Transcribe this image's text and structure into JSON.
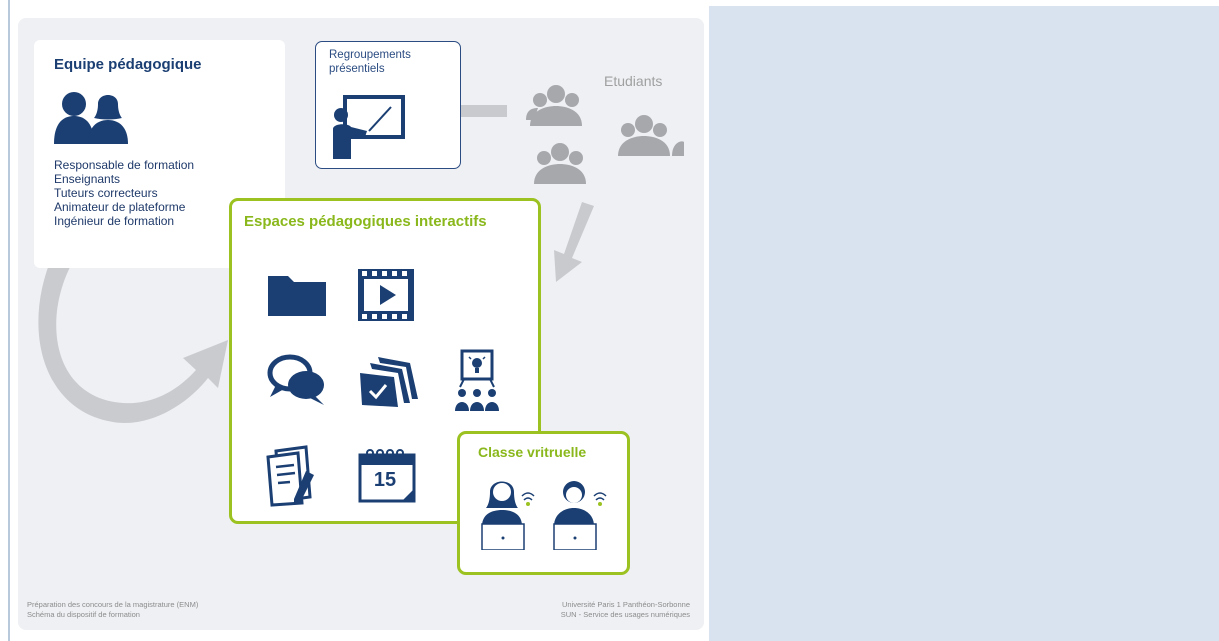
{
  "team": {
    "title": "Equipe pédagogique",
    "roles": [
      "Responsable de formation",
      "Enseignants",
      "Tuteurs correcteurs",
      "Animateur de plateforme",
      "Ingénieur de formation"
    ]
  },
  "regroupements": {
    "line1": "Regroupements",
    "line2": "présentiels"
  },
  "students": {
    "label": "Etudiants"
  },
  "espaces": {
    "title": "Espaces pédagogiques interactifs",
    "icons": [
      "folder-icon",
      "video-icon",
      "chat-icon",
      "assignments-icon",
      "presentation-icon",
      "document-edit-icon",
      "calendar-icon"
    ],
    "calendar_day": "15"
  },
  "classe": {
    "title": "Classe vritruelle"
  },
  "footer": {
    "left_line1": "Préparation des concours de la magistrature (ENM)",
    "left_line2": "Schéma du dispositif de formation",
    "right_line1": "Université Paris 1 Panthéon-Sorbonne",
    "right_line2": "SUN - Service des usages numériques"
  },
  "colors": {
    "navy": "#1b3f73",
    "green": "#9bc220",
    "grey_arrow": "#c8cacd",
    "background": "#eef0f3",
    "side_panel": "#d9e2ef"
  }
}
